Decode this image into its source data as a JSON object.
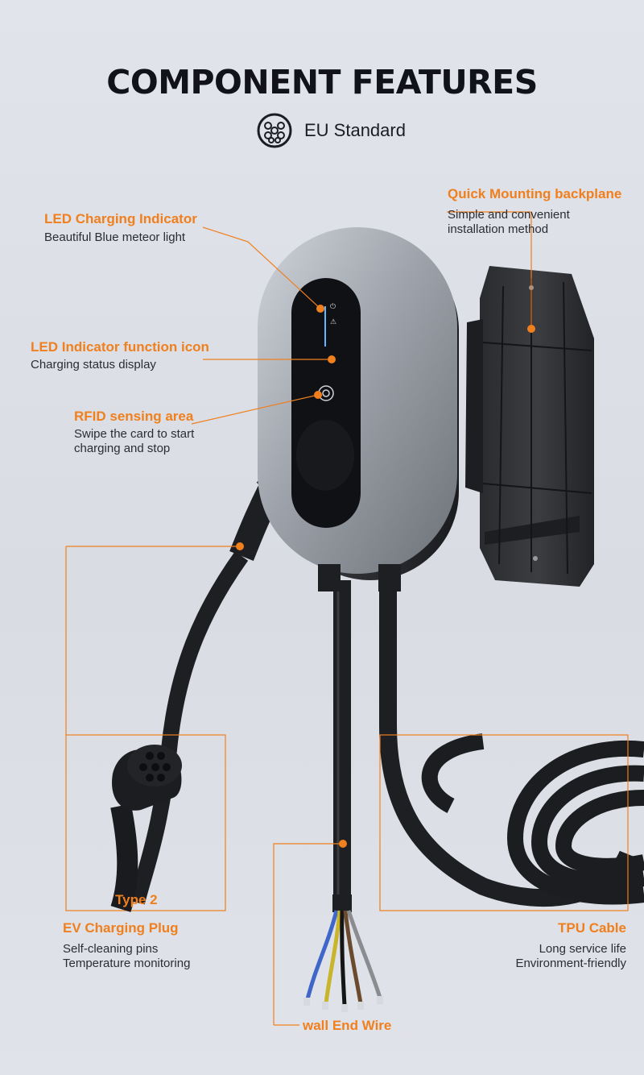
{
  "header": {
    "title": "COMPONENT FEATURES",
    "standard_label": "EU Standard",
    "standard_icon": "ev-socket-icon"
  },
  "features": {
    "led_indicator": {
      "title": "LED Charging Indicator",
      "desc": [
        "Beautiful Blue meteor light"
      ]
    },
    "led_function_icon": {
      "title": "LED Indicator function icon",
      "desc": [
        "Charging status display"
      ]
    },
    "rfid": {
      "title": "RFID sensing area",
      "desc": [
        "Swipe the card to start",
        "charging and stop"
      ]
    },
    "backplane": {
      "title": "Quick Mounting backplane",
      "desc": [
        "Simple and convenient",
        "installation method"
      ]
    },
    "plug": {
      "inset_label": "Type 2",
      "title": "EV Charging Plug",
      "desc": [
        "Self-cleaning pins",
        "Temperature monitoring"
      ]
    },
    "cable": {
      "title": "TPU Cable",
      "desc": [
        "Long service life",
        "Environment-friendly"
      ]
    },
    "wire": {
      "title": "wall End Wire"
    }
  },
  "colors": {
    "accent": "#f07f1d",
    "text": "#2a2d33",
    "background": "#dde0e6"
  }
}
